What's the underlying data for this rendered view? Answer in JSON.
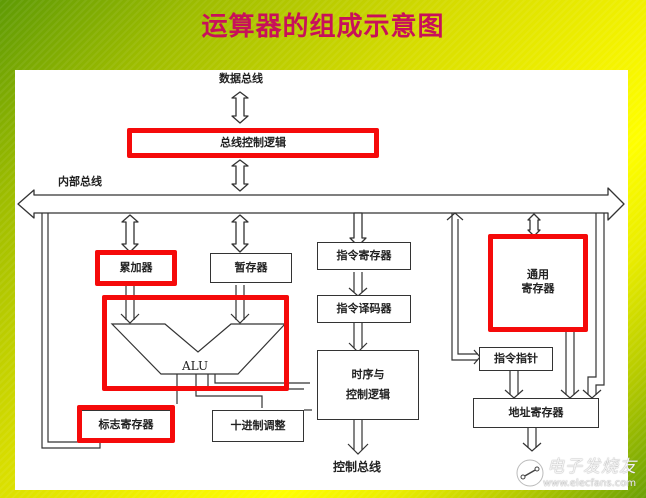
{
  "title": "运算器的组成示意图",
  "colors": {
    "title": "#c8105a",
    "highlight": "#f50a0a",
    "background_gradient": [
      "#5e9a05",
      "#ffff00",
      "#6aa006"
    ],
    "panel": "#ffffff",
    "line": "#333333"
  },
  "buses": {
    "data_bus": "数据总线",
    "internal_bus": "内部总线",
    "control_bus": "控制总线"
  },
  "blocks": {
    "bus_control_logic": "总线控制逻辑",
    "accumulator": "累加器",
    "temp_register": "暂存器",
    "alu": "ALU",
    "flag_register": "标志寄存器",
    "decimal_adjust": "十进制调整",
    "instruction_register": "指令寄存器",
    "instruction_decoder": "指令译码器",
    "timing_control_line1": "时序与",
    "timing_control_line2": "控制逻辑",
    "general_registers_line1": "通用",
    "general_registers_line2": "寄存器",
    "instruction_pointer": "指令指针",
    "address_register": "地址寄存器"
  },
  "highlighted": [
    "总线控制逻辑",
    "累加器",
    "ALU",
    "标志寄存器",
    "通用寄存器"
  ],
  "watermark": {
    "name": "电子发烧友",
    "url": "www.elecfans.com"
  }
}
